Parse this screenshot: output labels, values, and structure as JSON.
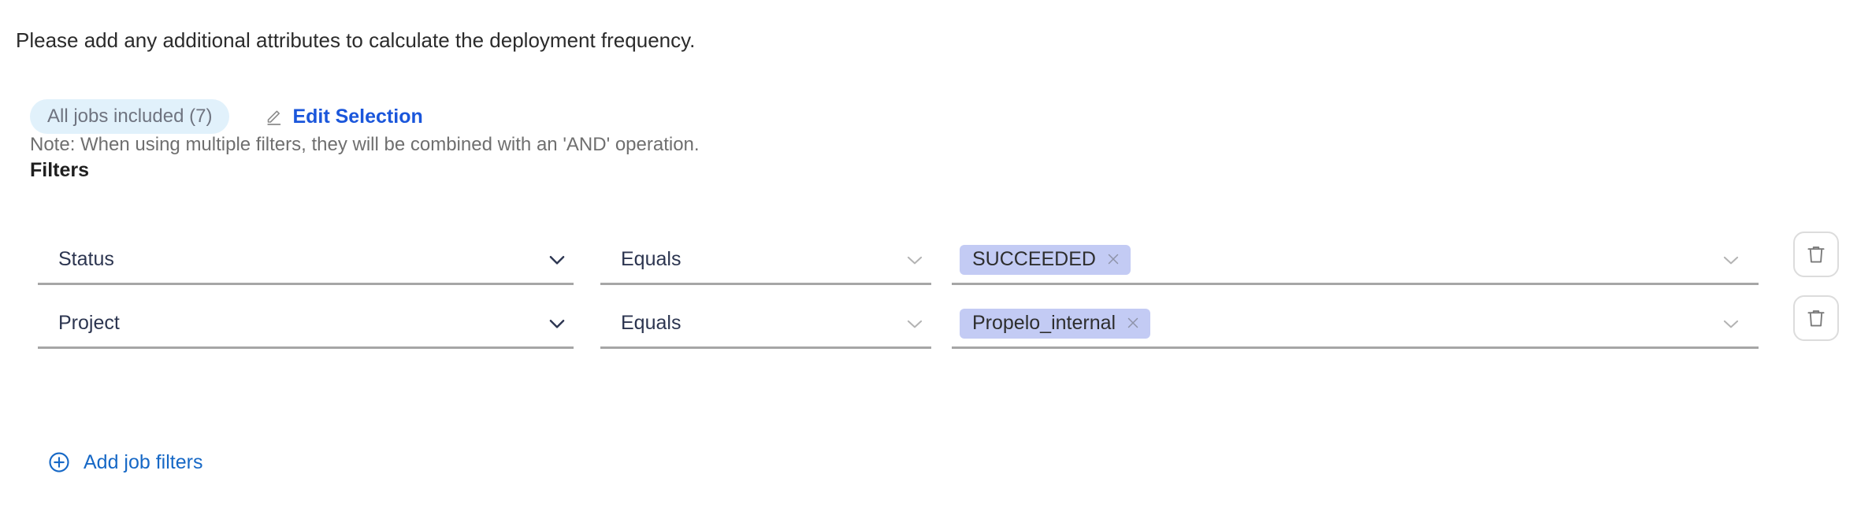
{
  "intro": {
    "text": "Please add any additional attributes to calculate the deployment frequency."
  },
  "selection": {
    "jobs_pill_label": "All jobs included (7)",
    "edit_label": "Edit Selection",
    "edit_icon": "pencil-icon"
  },
  "filters": {
    "title": "Filters",
    "note": "Note: When using multiple filters, they will be combined with an 'AND' operation.",
    "add_label": "Add job filters",
    "add_icon": "plus-circle-icon",
    "delete_icon": "trash-icon",
    "chevron_icon": "chevron-down-icon",
    "chip_remove_icon": "close-icon",
    "rows": [
      {
        "attribute": "Status",
        "operator": "Equals",
        "values": [
          "SUCCEEDED"
        ]
      },
      {
        "attribute": "Project",
        "operator": "Equals",
        "values": [
          "Propelo_internal"
        ]
      }
    ]
  },
  "colors": {
    "link_blue": "#1a56db",
    "add_blue": "#1668c6",
    "pill_bg": "#e1f1fb",
    "pill_text": "#6f7480",
    "chip_bg": "#c3cbf4",
    "field_text": "#2c3550",
    "underline": "#a6a6a6",
    "note_text": "#6f6f6f"
  }
}
